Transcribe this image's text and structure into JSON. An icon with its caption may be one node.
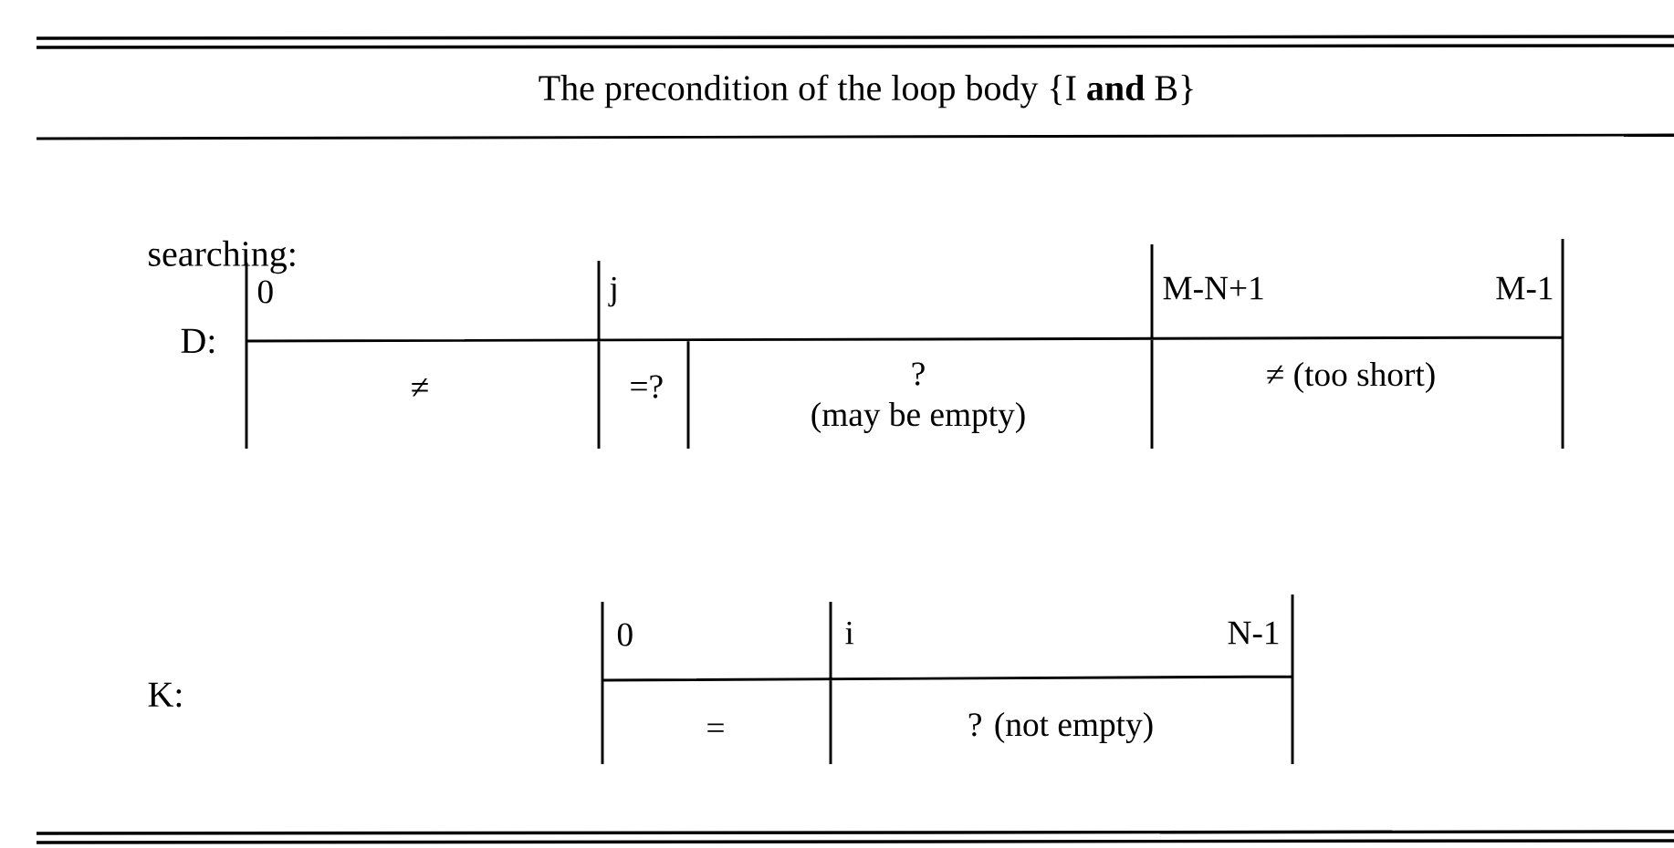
{
  "diagram": {
    "title": "The precondition of the loop body {I **and** B}",
    "labels": [
      "searching:",
      "D:",
      "0",
      "j",
      "M-N+1",
      "M-1",
      "≠",
      "=?",
      "?",
      "(may be empty)",
      "≠ (too short)",
      "K:",
      "0",
      "i",
      "N-1",
      "=",
      "? (not empty)"
    ]
  }
}
